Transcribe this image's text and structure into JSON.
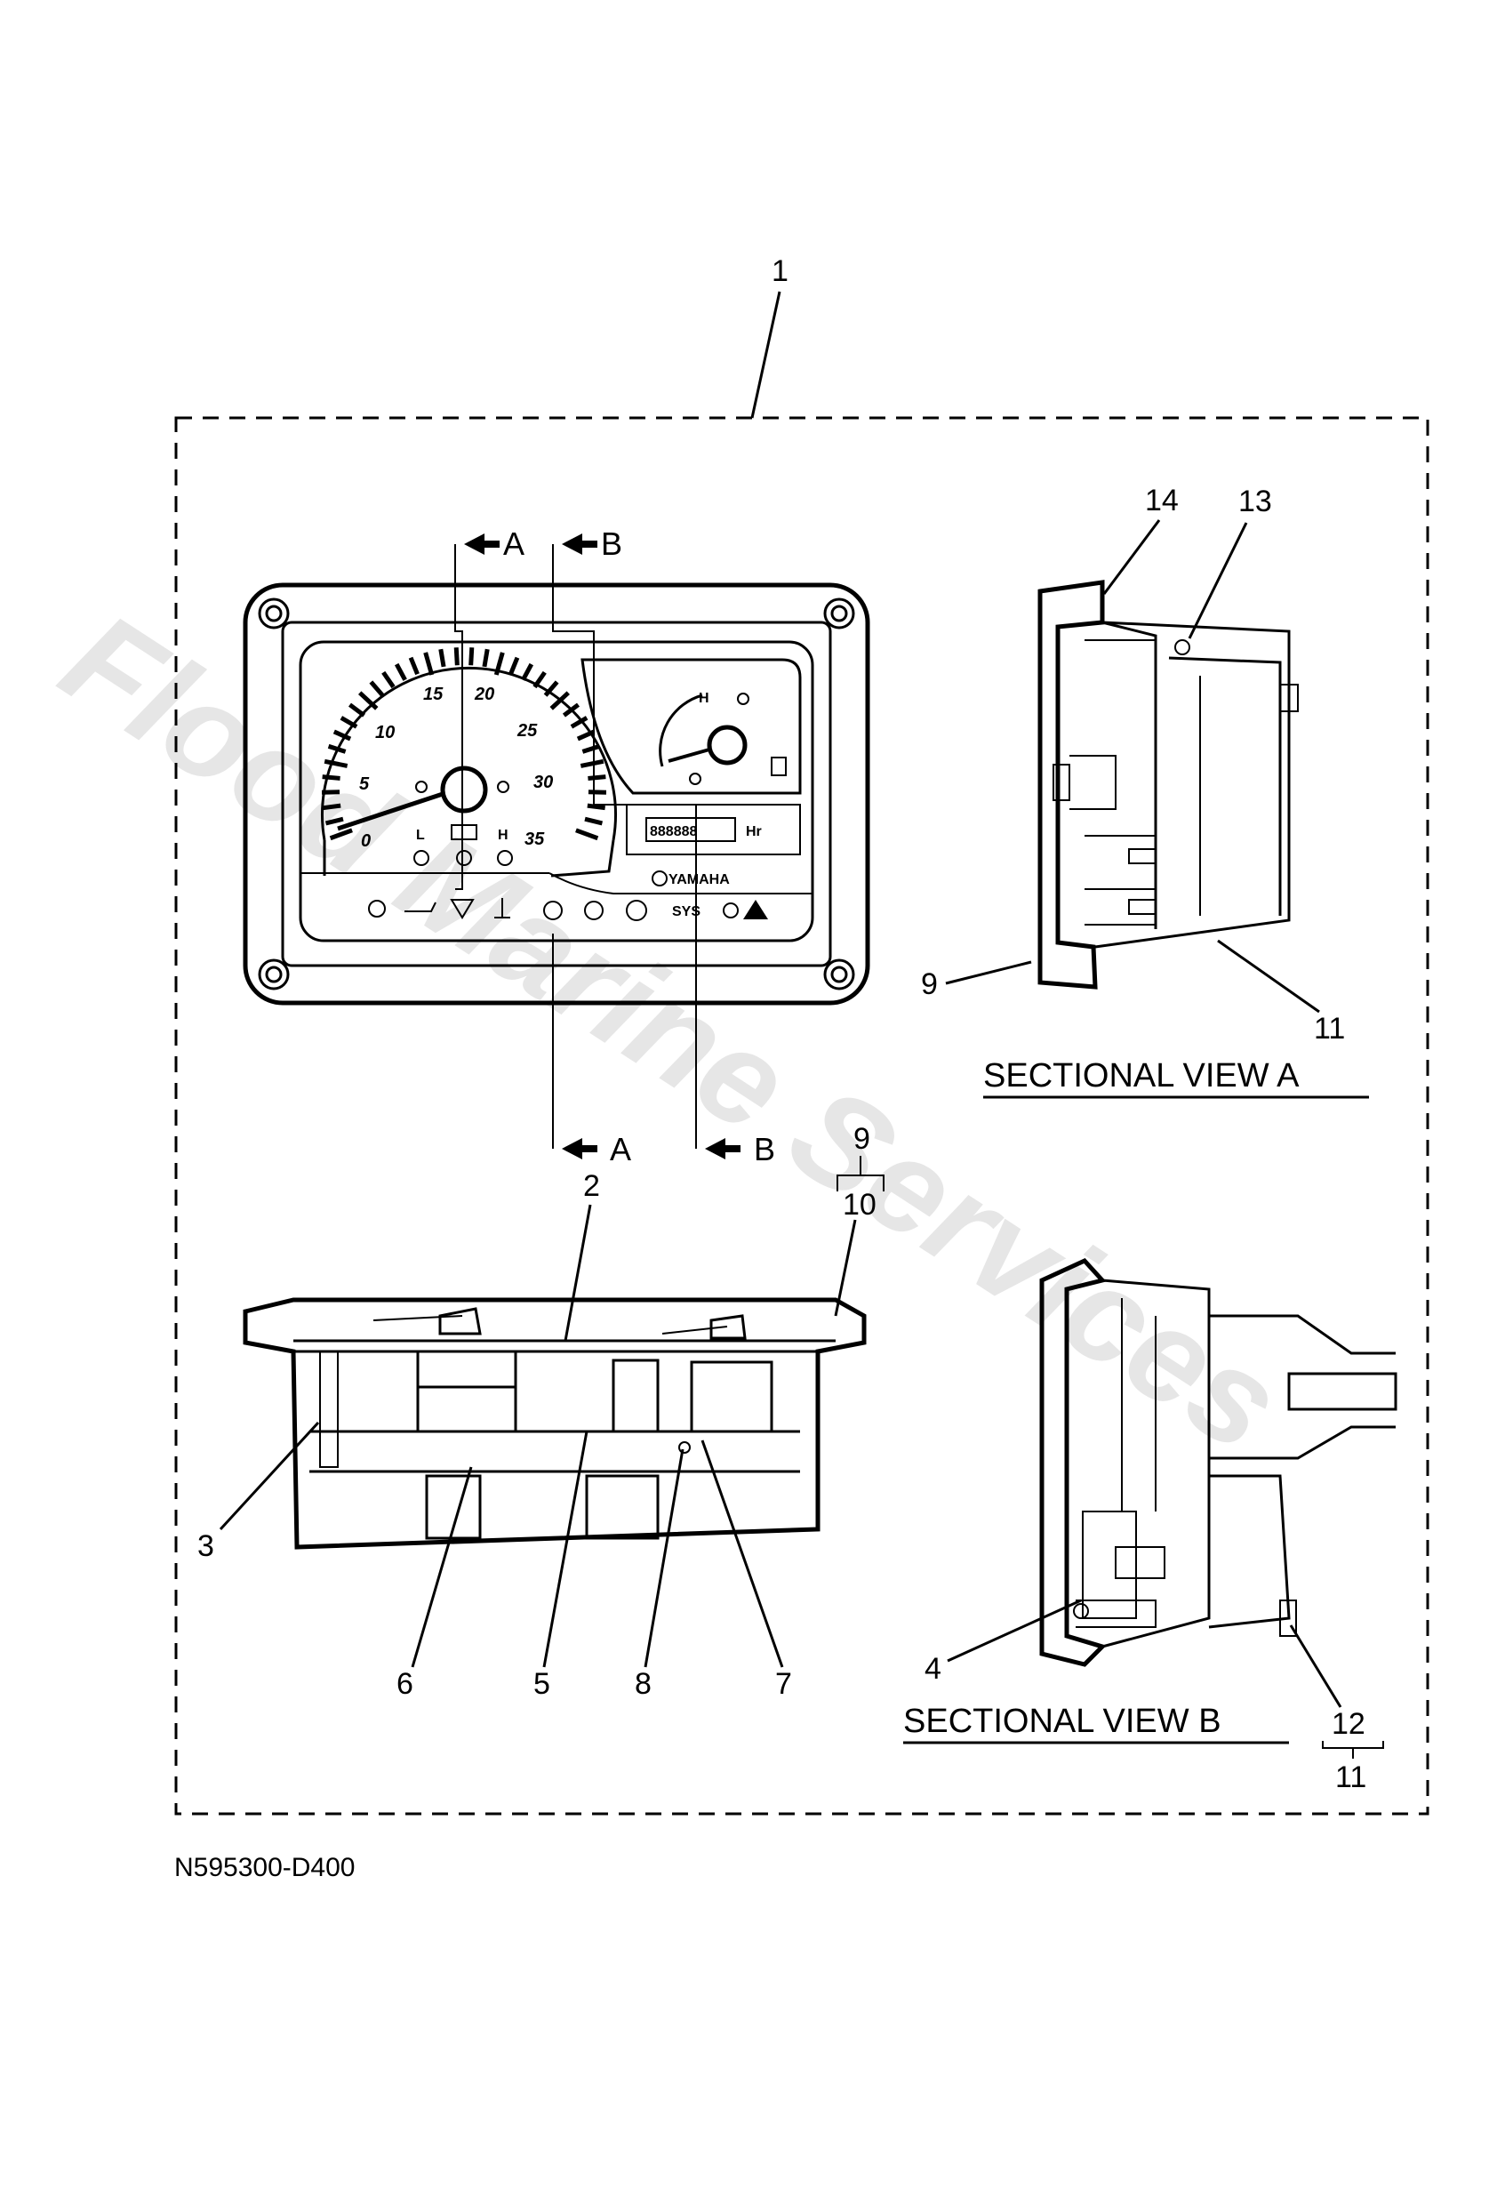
{
  "diagram": {
    "document_code": "N595300-D400",
    "watermark": "Flood Marine Services",
    "section_labels": {
      "view_a": "SECTIONAL VIEW A",
      "view_b": "SECTIONAL VIEW B"
    },
    "section_markers": {
      "a": "A",
      "b": "B"
    },
    "callouts": {
      "c1": "1",
      "c2": "2",
      "c3": "3",
      "c4": "4",
      "c5": "5",
      "c6": "6",
      "c7": "7",
      "c8": "8",
      "c9a": "9",
      "c9b": "9",
      "c10": "10",
      "c11a": "11",
      "c11b": "11",
      "c12": "12",
      "c13": "13",
      "c14": "14"
    },
    "gauge": {
      "scale": [
        "0",
        "5",
        "10",
        "15",
        "20",
        "25",
        "30",
        "35"
      ],
      "low_mark": "L",
      "high_mark": "H",
      "temp_high": "H",
      "odometer": "888888",
      "hour_unit": "Hr",
      "brand": "YAMAHA",
      "sys": "SYS"
    }
  }
}
